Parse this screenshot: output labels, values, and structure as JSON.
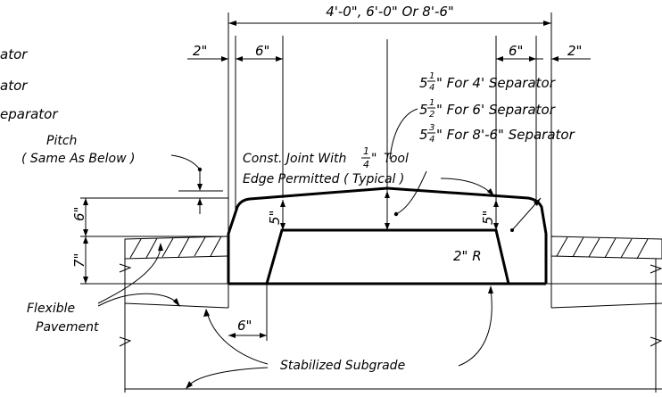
{
  "labels": {
    "top_width": "4'-0\", 6'-0\" Or 8'-6\"",
    "left_2in": "2\"",
    "left_6in": "6\"",
    "right_6in": "6\"",
    "right_2in": "2\"",
    "left_cut_1": "ator",
    "left_cut_2": "ator",
    "left_cut_3": "eparator",
    "pitch_1": "Pitch",
    "pitch_2": "( Same As Below )",
    "joint_1": "Const. Joint With",
    "joint_frac_num": "1",
    "joint_frac_den": "4",
    "joint_frac_unit": "\"",
    "joint_1_tail": "Tool",
    "joint_2": "Edge Permitted ( Typical )",
    "sep4_whole": "5",
    "sep4_num": "1",
    "sep4_den": "4",
    "sep4_text": "\" For 4' Separator",
    "sep6_whole": "5",
    "sep6_num": "1",
    "sep6_den": "2",
    "sep6_text": "\" For 6' Separator",
    "sep8_whole": "5",
    "sep8_num": "3",
    "sep8_den": "4",
    "sep8_text": "\" For 8'-6\" Separator",
    "dim_6in_vert": "6\"",
    "dim_7in_vert": "7\"",
    "dim_5in_left": "5\"",
    "dim_5in_right": "5\"",
    "radius": "2\" R",
    "flex_1": "Flexible",
    "flex_2": "Pavement",
    "bottom_6in": "6\"",
    "subgrade": "Stabilized Subgrade"
  }
}
